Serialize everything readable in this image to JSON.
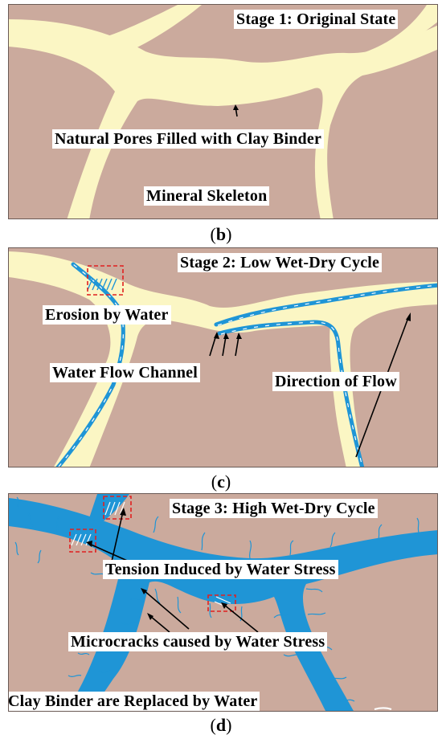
{
  "panel_b": {
    "stage_title": "Stage 1: Original State",
    "label_pores": "Natural Pores Filled with Clay Binder",
    "label_skeleton": "Mineral Skeleton",
    "caption_letter": "b"
  },
  "panel_c": {
    "stage_title": "Stage 2: Low Wet-Dry Cycle",
    "label_erosion": "Erosion by Water",
    "label_channel": "Water Flow Channel",
    "label_direction": "Direction of Flow",
    "caption_letter": "c"
  },
  "panel_d": {
    "stage_title": "Stage 3: High Wet-Dry Cycle",
    "label_tension": "Tension Induced by Water Stress",
    "label_microcracks": "Microcracks caused by Water Stress",
    "label_replaced": "Clay Binder are Replaced by Water",
    "caption_letter": "d"
  },
  "colors": {
    "skeleton": "#cbaa9d",
    "clay_binder": "#fbf6c4",
    "water": "#1f95d6",
    "marker_box": "#e02020"
  }
}
